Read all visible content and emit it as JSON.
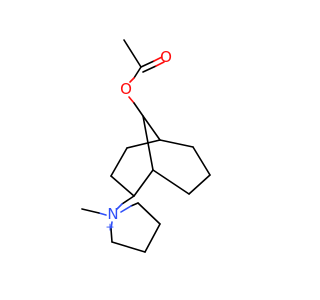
{
  "molecule": {
    "atoms": {
      "carbonyl_oxygen": {
        "label": "O",
        "color": "#ff0d0d"
      },
      "ester_oxygen": {
        "label": "O",
        "color": "#ff0d0d"
      },
      "ammonium_nitrogen": {
        "label": "N",
        "color": "#3050f8"
      },
      "nitrogen_charge": "+"
    }
  }
}
